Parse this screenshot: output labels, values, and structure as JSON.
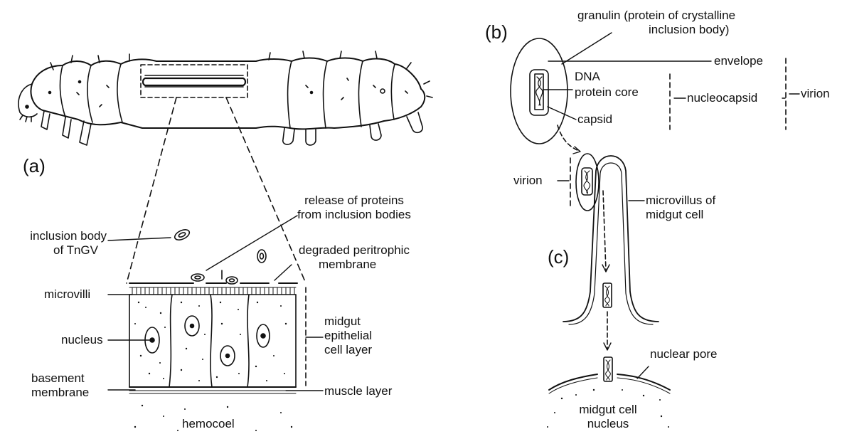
{
  "panels": {
    "a": "(a)",
    "b": "(b)",
    "c": "(c)"
  },
  "labels_a": {
    "inclusion_body_1": "inclusion body",
    "inclusion_body_2": "of TnGV",
    "release_1": "release of proteins",
    "release_2": "from inclusion bodies",
    "degraded_1": "degraded peritrophic",
    "degraded_2": "membrane",
    "microvilli": "microvilli",
    "nucleus": "nucleus",
    "basement_1": "basement",
    "basement_2": "membrane",
    "midgut_1": "midgut",
    "midgut_2": "epithelial",
    "midgut_3": "cell layer",
    "muscle": "muscle layer",
    "hemocoel": "hemocoel"
  },
  "labels_b": {
    "granulin_1": "granulin (protein of crystalline",
    "granulin_2": "inclusion body)",
    "envelope": "envelope",
    "dna": "DNA",
    "protein_core": "protein core",
    "capsid": "capsid",
    "nucleocapsid": "nucleocapsid",
    "virion": "virion"
  },
  "labels_c": {
    "virion": "virion",
    "microvillus_1": "microvillus of",
    "microvillus_2": "midgut cell",
    "nuclear_pore": "nuclear pore",
    "nucleus_1": "midgut cell",
    "nucleus_2": "nucleus"
  }
}
